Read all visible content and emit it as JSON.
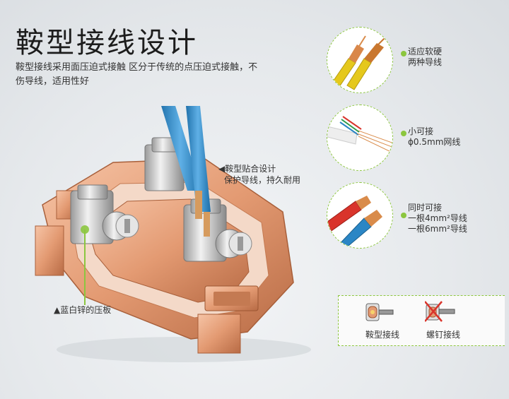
{
  "title": "鞍型接线设计",
  "description": "鞍型接线采用面压迫式接触 区分于传统的点压迫式接触，不伤导线，适用性好",
  "callouts": {
    "saddle_fit": [
      "◀鞍型贴合设计",
      "保护导线，持久耐用"
    ],
    "pressure_plate": "▲蓝白锌的压板"
  },
  "features": [
    {
      "lines": [
        "适应软硬",
        "两种导线"
      ],
      "icon": "stranded-wire-icon"
    },
    {
      "lines": [
        "小可接",
        "ϕ0.5mm网线"
      ],
      "icon": "thin-network-wire-icon"
    },
    {
      "lines": [
        "同时可接",
        "一根4mm²导线",
        "一根6mm²导线"
      ],
      "icon": "thick-wire-icon"
    }
  ],
  "comparison": {
    "saddle_label": "鞍型接线",
    "screw_label": "螺钉接线"
  },
  "colors": {
    "accent_green": "#8cc63f",
    "copper": "#e8a07a",
    "wire_blue": "#2b86c5",
    "wire_yellow": "#e5c81c",
    "wire_red": "#d9342b",
    "cross_red": "#d9342b"
  }
}
